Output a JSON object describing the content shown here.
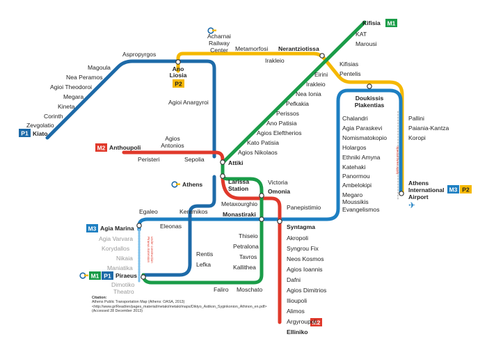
{
  "lines": {
    "green": {
      "color": "#1a9c48",
      "badge": "M1"
    },
    "red": {
      "color": "#e0392b",
      "badge": "M2"
    },
    "blue": {
      "color": "#1d7fc2",
      "badge": "M3"
    },
    "yellow": {
      "color": "#f5b800",
      "badge": "P2"
    },
    "suburban_blue": {
      "color": "#1d6aa8",
      "badge": "P1"
    },
    "extension_light_blue": {
      "color": "#7ec0ea"
    }
  },
  "badges": {
    "m1_kifisia": "M1",
    "p2_ano_liosia": "P2",
    "p1_kiato": "P1",
    "m2_anthoupoli": "M2",
    "m3_agia_marina": "M3",
    "m1_piraeus": "M1",
    "p1_piraeus": "P1",
    "m2_elliniko": "M2",
    "m3_airport": "M3",
    "p2_airport": "P2"
  },
  "icons": {
    "ose_logo": "ose-logo-icon",
    "airplane": "airplane-icon"
  },
  "stations": {
    "kifisia": "Kifisia",
    "kat": "KAT",
    "marousi": "Marousi",
    "neratziotissa": "Nerantziotissa",
    "eirini": "Eirini",
    "irakleio_green": "Irakleio",
    "nea_ionia": "Nea Ionia",
    "pefkakia": "Pefkakia",
    "perissos": "Perissos",
    "ano_patisia": "Ano Patisia",
    "agios_eleftherios": "Agios Eleftherios",
    "kato_patisia": "Kato Patisia",
    "agios_nikolaos": "Agios Nikolaos",
    "attiki": "Attiki",
    "victoria": "Victoria",
    "omonia": "Omonia",
    "monastiraki": "Monastiraki",
    "thiseio": "Thiseio",
    "petralona": "Petralona",
    "tavros": "Tavros",
    "kallithea": "Kallithea",
    "moschato": "Moschato",
    "faliro": "Faliro",
    "piraeus": "Piraeus",
    "acharnai_l1": "Acharnai",
    "acharnai_l2": "Railway",
    "acharnai_l3": "Center",
    "metamorfosi": "Metamorfosi",
    "irakleio_yellow": "Irakleio",
    "kifisias": "Kifisias",
    "pentelis": "Pentelis",
    "doukissis_l1": "Doukissis",
    "doukissis_l2": "Plakentias",
    "pallini": "Pallini",
    "paiania": "Paiania-Kantza",
    "koropi": "Koropi",
    "airport_l1": "Athens",
    "airport_l2": "International",
    "airport_l3": "Airport",
    "aspropyrgos": "Aspropyrgos",
    "magoula": "Magoula",
    "nea_peramos": "Nea Peramos",
    "agioi_theodoroi": "Agioi Theodoroi",
    "megara": "Megara",
    "kineta": "Kineta",
    "corinth": "Corinth",
    "zevgolatio": "Zevgolatio",
    "kiato": "Kiato",
    "ano_liosia_l1": "Ano",
    "ano_liosia_l2": "Liosia",
    "agioi_anargyroi": "Agioi Anargyroi",
    "rentis": "Rentis",
    "lefka": "Lefka",
    "athens_larissa": "Athens",
    "larissa_l1": "Larissa",
    "larissa_l2": "Station",
    "anthoupoli": "Anthoupoli",
    "peristeri": "Peristeri",
    "agios_antonios_l1": "Agios",
    "agios_antonios_l2": "Antonios",
    "sepolia": "Sepolia",
    "metaxourghio": "Metaxourghio",
    "panepistimio": "Panepistimio",
    "syntagma": "Syntagma",
    "akropoli": "Akropoli",
    "syngrou_fix": "Syngrou Fix",
    "neos_kosmos": "Neos Kosmos",
    "agios_ioannis": "Agios Ioannis",
    "dafni": "Dafni",
    "agios_dimitrios": "Agios Dimitrios",
    "ilioupoli": "Ilioupoli",
    "alimos": "Alimos",
    "argyroupoli": "Argyroupoli",
    "elliniko": "Elliniko",
    "egaleo": "Egaleo",
    "keramikos": "Keramikos",
    "eleonas": "Eleonas",
    "agia_marina": "Agia Marina",
    "chalandri": "Chalandri",
    "agia_paraskevi": "Agia Paraskevi",
    "nomismatokopio": "Nomismatokopio",
    "holargos": "Holargos",
    "ethniki_amyna": "Ethniki Amyna",
    "katehaki": "Katehaki",
    "panormou": "Panormou",
    "ambelokipi": "Ambelokipi",
    "megaro_l1": "Megaro",
    "megaro_l2": "Moussikis",
    "evangelismos": "Evangelismos",
    "agia_varvara": "Agia Varvara",
    "korydallos": "Korydallos",
    "nikaia": "Nikaia",
    "maniatika": "Maniatika",
    "dimotiko_l1": "Dimotiko",
    "dimotiko_l2": "Theatro"
  },
  "annotations": {
    "airport_note": "Special fares apply",
    "piraeus_extension_l1": "Piraeus Extension",
    "piraeus_extension_l2": "under construction"
  },
  "citation": {
    "heading": "Citation:",
    "line1": "Athens Public Transportation Map (Athens: OASA, 2013)",
    "line2": "<http://www.gr/Read/en/pages_material/metaki/metaki/maps/Diktyo_Astikon_Syginkonion_Athinon_en.pdf>",
    "line3": "(Accessed 28 December 2013)"
  }
}
